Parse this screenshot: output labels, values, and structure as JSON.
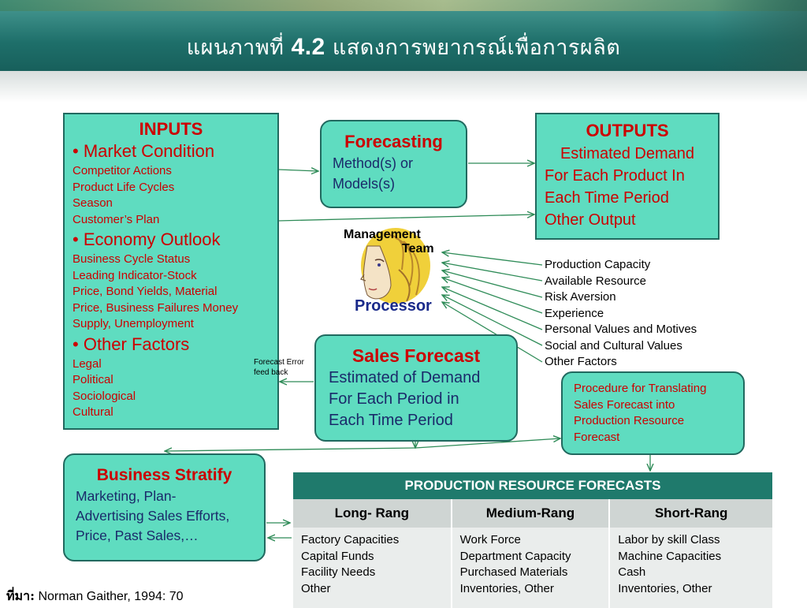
{
  "title": {
    "prefix": "แผนภาพที่",
    "number": "4.2",
    "rest": "แสดงการพยากรณ์เพื่อการผลิต"
  },
  "inputs": {
    "heading": "INPUTS",
    "groups": [
      {
        "label": "Market Condition",
        "items": [
          "Competitor Actions",
          "Product Life Cycles",
          "Season",
          "Customer’s Plan"
        ]
      },
      {
        "label": "Economy Outlook",
        "items": [
          "Business Cycle Status",
          "Leading Indicator-Stock",
          "Price, Bond Yields, Material",
          "Price, Business Failures Money",
          "Supply, Unemployment"
        ]
      },
      {
        "label": "Other Factors",
        "items": [
          "Legal",
          "Political",
          "Sociological",
          "Cultural"
        ]
      }
    ]
  },
  "forecasting": {
    "heading": "Forecasting",
    "line1": "Method(s) or",
    "line2": "Models(s)"
  },
  "outputs": {
    "heading": "OUTPUTS",
    "lines": [
      "Estimated Demand",
      "For Each Product In",
      "Each Time Period",
      "Other Output"
    ]
  },
  "management": {
    "line1": "Management",
    "line2": "Team",
    "processor": "Processor"
  },
  "factors": [
    "Production Capacity",
    "Available Resource",
    "Risk Aversion",
    "Experience",
    "Personal Values and Motives",
    "Social and Cultural Values",
    "Other Factors"
  ],
  "feedback": {
    "line1": "Forecast Error",
    "line2": "feed back"
  },
  "sales_forecast": {
    "heading": "Sales Forecast",
    "lines": [
      "Estimated of Demand",
      "For Each Period in",
      "Each Time Period"
    ]
  },
  "procedure": {
    "lines": [
      "Procedure for Translating",
      "Sales Forecast into",
      "Production Resource",
      "Forecast"
    ]
  },
  "business": {
    "heading": "Business Stratify",
    "lines": [
      "Marketing, Plan-",
      "Advertising Sales Efforts,",
      "Price, Past Sales,…"
    ]
  },
  "table": {
    "title": "PRODUCTION RESOURCE FORECASTS",
    "columns": [
      "Long- Rang",
      "Medium-Rang",
      "Short-Rang"
    ],
    "rows": [
      [
        "Factory Capacities",
        "Capital Funds",
        "Facility Needs",
        "Other"
      ],
      [
        "Work Force",
        "Department Capacity",
        "Purchased Materials",
        "Inventories, Other"
      ],
      [
        "Labor by skill Class",
        "Machine Capacities",
        "Cash",
        "Inventories, Other"
      ]
    ]
  },
  "source": {
    "label": "ที่มา:",
    "text": "Norman Gaither, 1994: 70"
  },
  "colors": {
    "box_fill": "#5fdcc0",
    "box_border": "#21695f",
    "heading_red": "#cc0000",
    "header_teal": "#1e6f6a",
    "table_header": "#1f7a6c"
  }
}
